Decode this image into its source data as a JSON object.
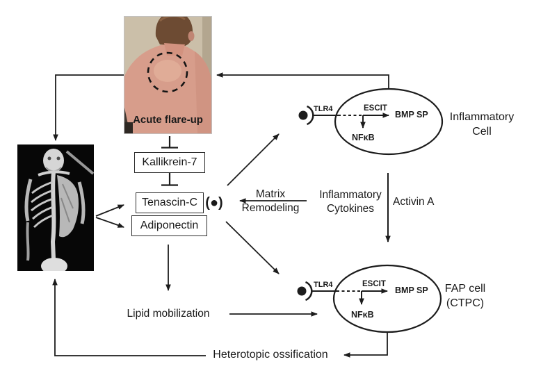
{
  "figure": {
    "photo_caption": "Acute flare-up",
    "boxes": {
      "kallikrein": "Kallikrein-7",
      "tenascin": "Tenascin-C",
      "adiponectin": "Adiponectin"
    },
    "receptor_inline_symbol": "(●)",
    "flow_labels": {
      "matrix_line1": "Matrix",
      "matrix_line2": "Remodeling",
      "cytokines_line1": "Inflammatory",
      "cytokines_line2": "Cytokines",
      "activin": "Activin A",
      "lipid": "Lipid mobilization",
      "heterotopic": "Heterotopic ossification"
    },
    "inflammatory_cell": {
      "tlr4": "TLR4",
      "escit": "ESCIT",
      "bmp_sp": "BMP SP",
      "nfkb": "NFκB",
      "name_line1": "Inflammatory",
      "name_line2": "Cell"
    },
    "fap_cell": {
      "tlr4": "TLR4",
      "escit": "ESCIT",
      "bmp_sp": "BMP SP",
      "nfkb": "NFκB",
      "name_line1": "FAP cell",
      "name_line2": "(CTPC)"
    },
    "colors": {
      "line": "#1c1c1c",
      "text": "#1a1a1a",
      "background": "#ffffff",
      "skin": "#d79d8b",
      "wall": "#cbbfa9",
      "hair": "#6d4b33",
      "skeleton_bg": "#070707"
    }
  }
}
